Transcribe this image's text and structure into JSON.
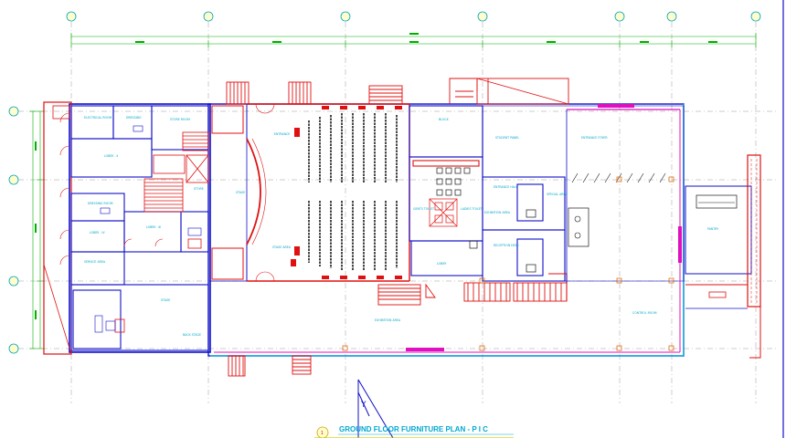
{
  "drawing": {
    "title": "GROUND FLOOR FURNITURE PLAN - P I C",
    "title_number": "1",
    "colors": {
      "wall_blue": "#1010c8",
      "wall_red": "#e01010",
      "grid_gray": "#9a9a9a",
      "dim_green": "#00b000",
      "text_cyan": "#00a8c8",
      "accent_magenta": "#e010c0"
    },
    "north_arrow_letter": "Y"
  },
  "grid_columns": [
    {
      "label": ""
    },
    {
      "label": ""
    },
    {
      "label": ""
    },
    {
      "label": ""
    },
    {
      "label": ""
    },
    {
      "label": ""
    },
    {
      "label": ""
    }
  ],
  "grid_rows": [
    {
      "label": ""
    },
    {
      "label": ""
    },
    {
      "label": ""
    },
    {
      "label": ""
    }
  ],
  "room_labels": [
    {
      "id": "r1",
      "text": "ELECTRICAL ROOM"
    },
    {
      "id": "r2",
      "text": "DRESSING"
    },
    {
      "id": "r3",
      "text": "STORE ROOM"
    },
    {
      "id": "r4",
      "text": "LOBBY - II"
    },
    {
      "id": "r5",
      "text": "STORE"
    },
    {
      "id": "r6",
      "text": "DRESSING ROOM"
    },
    {
      "id": "r7",
      "text": "LOBBY - IV"
    },
    {
      "id": "r8",
      "text": "LOBBY - III"
    },
    {
      "id": "r9",
      "text": "SERVICE AREA"
    },
    {
      "id": "r10",
      "text": "STAGE"
    },
    {
      "id": "r11",
      "text": "STAGE"
    },
    {
      "id": "r12",
      "text": "BACK STAGE"
    },
    {
      "id": "r13",
      "text": "ENTRANCE"
    },
    {
      "id": "r14",
      "text": "STAGE AREA"
    },
    {
      "id": "r15",
      "text": "BLOCK"
    },
    {
      "id": "r16",
      "text": "STUDENT PANEL"
    },
    {
      "id": "r17",
      "text": "ENTRANCE FOYER"
    },
    {
      "id": "r18",
      "text": "EXHIBITION AREA"
    },
    {
      "id": "r19",
      "text": "CONTROL ROOM"
    },
    {
      "id": "r20",
      "text": "GENTS TOILET"
    },
    {
      "id": "r21",
      "text": "LADIES TOILET"
    },
    {
      "id": "r22",
      "text": "LOBBY"
    },
    {
      "id": "r23",
      "text": "ENTRANCE HALL"
    },
    {
      "id": "r24",
      "text": "RECEPTION DESK"
    },
    {
      "id": "r25",
      "text": "PANTRY"
    },
    {
      "id": "r26",
      "text": "EXHIBITION AREA"
    },
    {
      "id": "r27",
      "text": "SPECIAL AREA"
    }
  ]
}
